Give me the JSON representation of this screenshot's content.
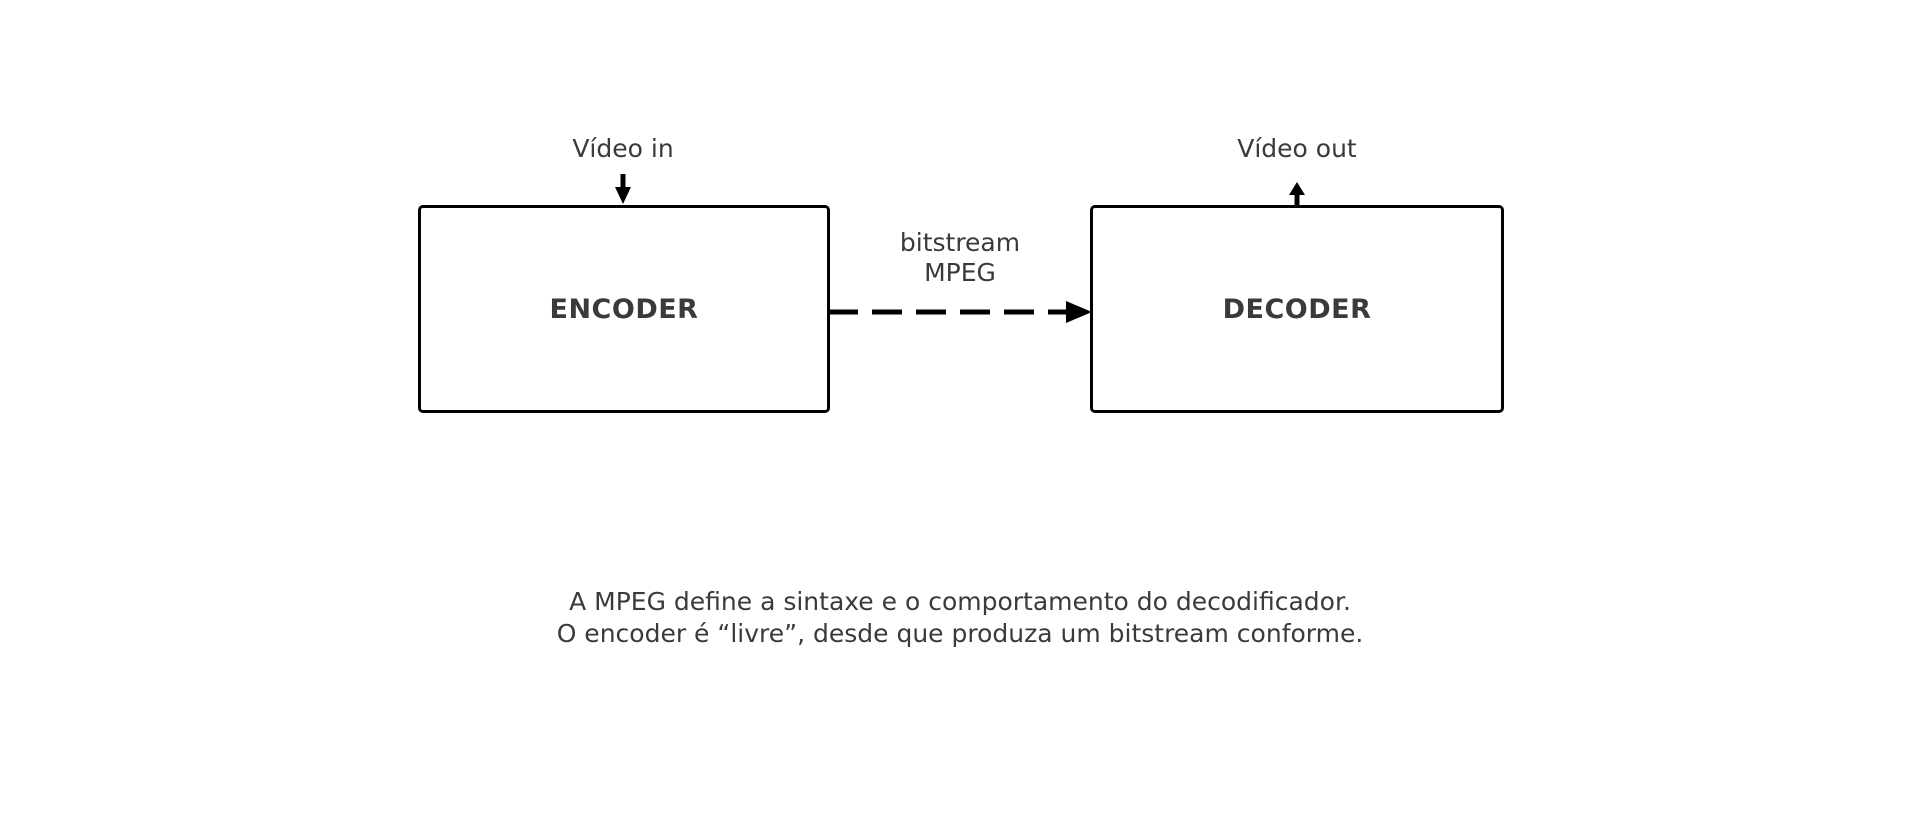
{
  "diagram": {
    "video_in_label": "Vídeo in",
    "video_out_label": "Vídeo out",
    "encoder_label": "ENCODER",
    "decoder_label": "DECODER",
    "bitstream_label": {
      "line1": "bitstream",
      "line2": "MPEG"
    }
  },
  "caption": {
    "line1": "A MPEG define a sintaxe e o comportamento do decodificador.",
    "line2": "O encoder é “livre”, desde que produza um bitstream conforme."
  },
  "colors": {
    "background": "#ffffff",
    "box_fill": "#ffffff",
    "box_border": "#000000",
    "arrow": "#000000",
    "text": "#3a3a3a"
  },
  "icons": {
    "video_in_arrow": "arrow-down",
    "video_out_arrow": "arrow-up",
    "bitstream_arrow": "dashed-arrow-right"
  }
}
